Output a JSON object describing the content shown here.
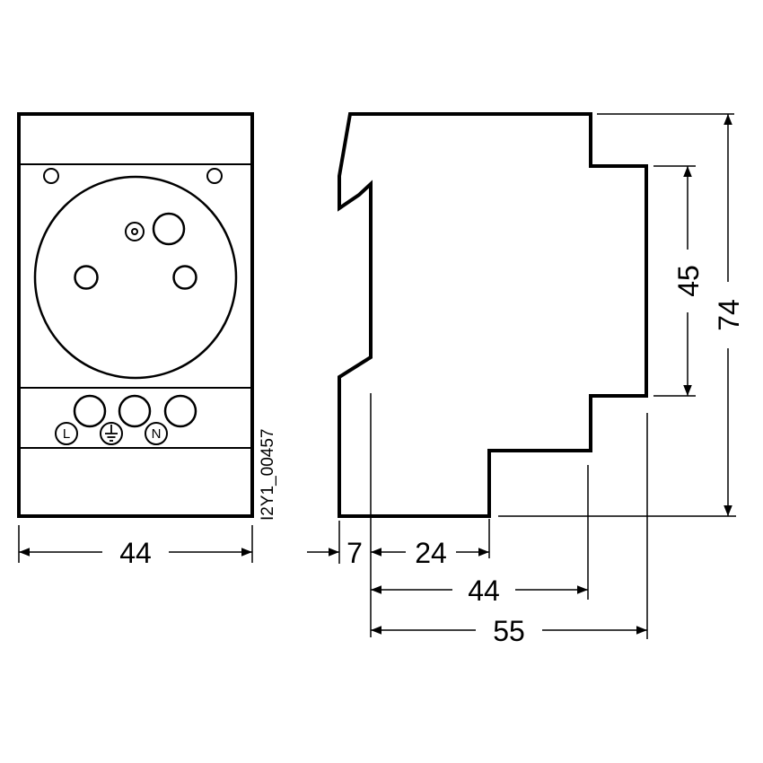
{
  "figure_id": "I2Y1_00457",
  "front_view": {
    "terminals": {
      "live": "L",
      "neutral": "N",
      "earth_symbol": "earth-ground"
    },
    "width_dimension": "44"
  },
  "side_view": {
    "dimensions": {
      "clip_depth": "7",
      "front_step_depth": "24",
      "body_depth": "44",
      "overall_depth": "55",
      "front_height": "45",
      "overall_height": "74"
    }
  }
}
